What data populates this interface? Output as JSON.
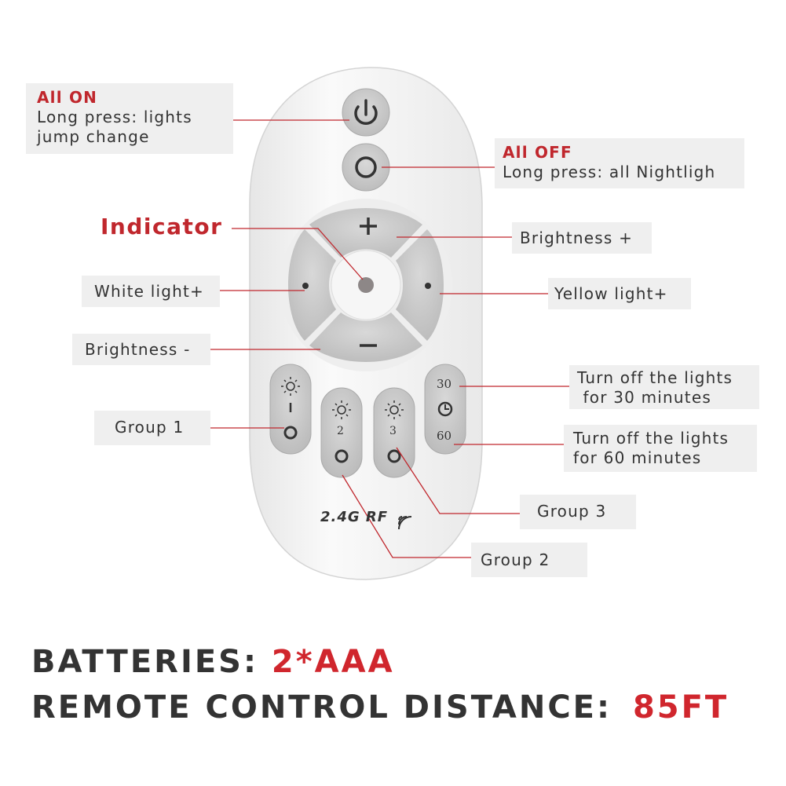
{
  "callouts": {
    "all_on": {
      "title": "All ON",
      "line1": "Long press: lights",
      "line2": "jump change"
    },
    "all_off": {
      "title": "All OFF",
      "line1": "Long press: all Nightligh"
    },
    "indicator": "Indicator",
    "brightness_plus": "Brightness +",
    "white_light": "White light+",
    "yellow_light": "Yellow light+",
    "brightness_minus": "Brightness -",
    "timer30": {
      "line1": "Turn off the lights",
      "line2": " for 30 minutes"
    },
    "timer60": {
      "line1": "Turn off the lights",
      "line2": "for 60 minutes"
    },
    "group1": "Group 1",
    "group2": "Group 2",
    "group3": "Group 3"
  },
  "remote": {
    "plus_symbol": "+",
    "minus_symbol": "−",
    "group1_digit": "I",
    "group2_digit": "2",
    "group3_digit": "3",
    "timer_30": "30",
    "timer_60": "60",
    "rf_label": "2.4G RF"
  },
  "specs": {
    "batteries_label": "BATTERIES:",
    "batteries_value": "2*AAA",
    "distance_label": "REMOTE CONTROL DISTANCE:",
    "distance_value": "85FT"
  },
  "colors": {
    "accent_red": "#c0272d",
    "button_gray": "#c9c9c9",
    "callout_bg": "#efefef"
  }
}
